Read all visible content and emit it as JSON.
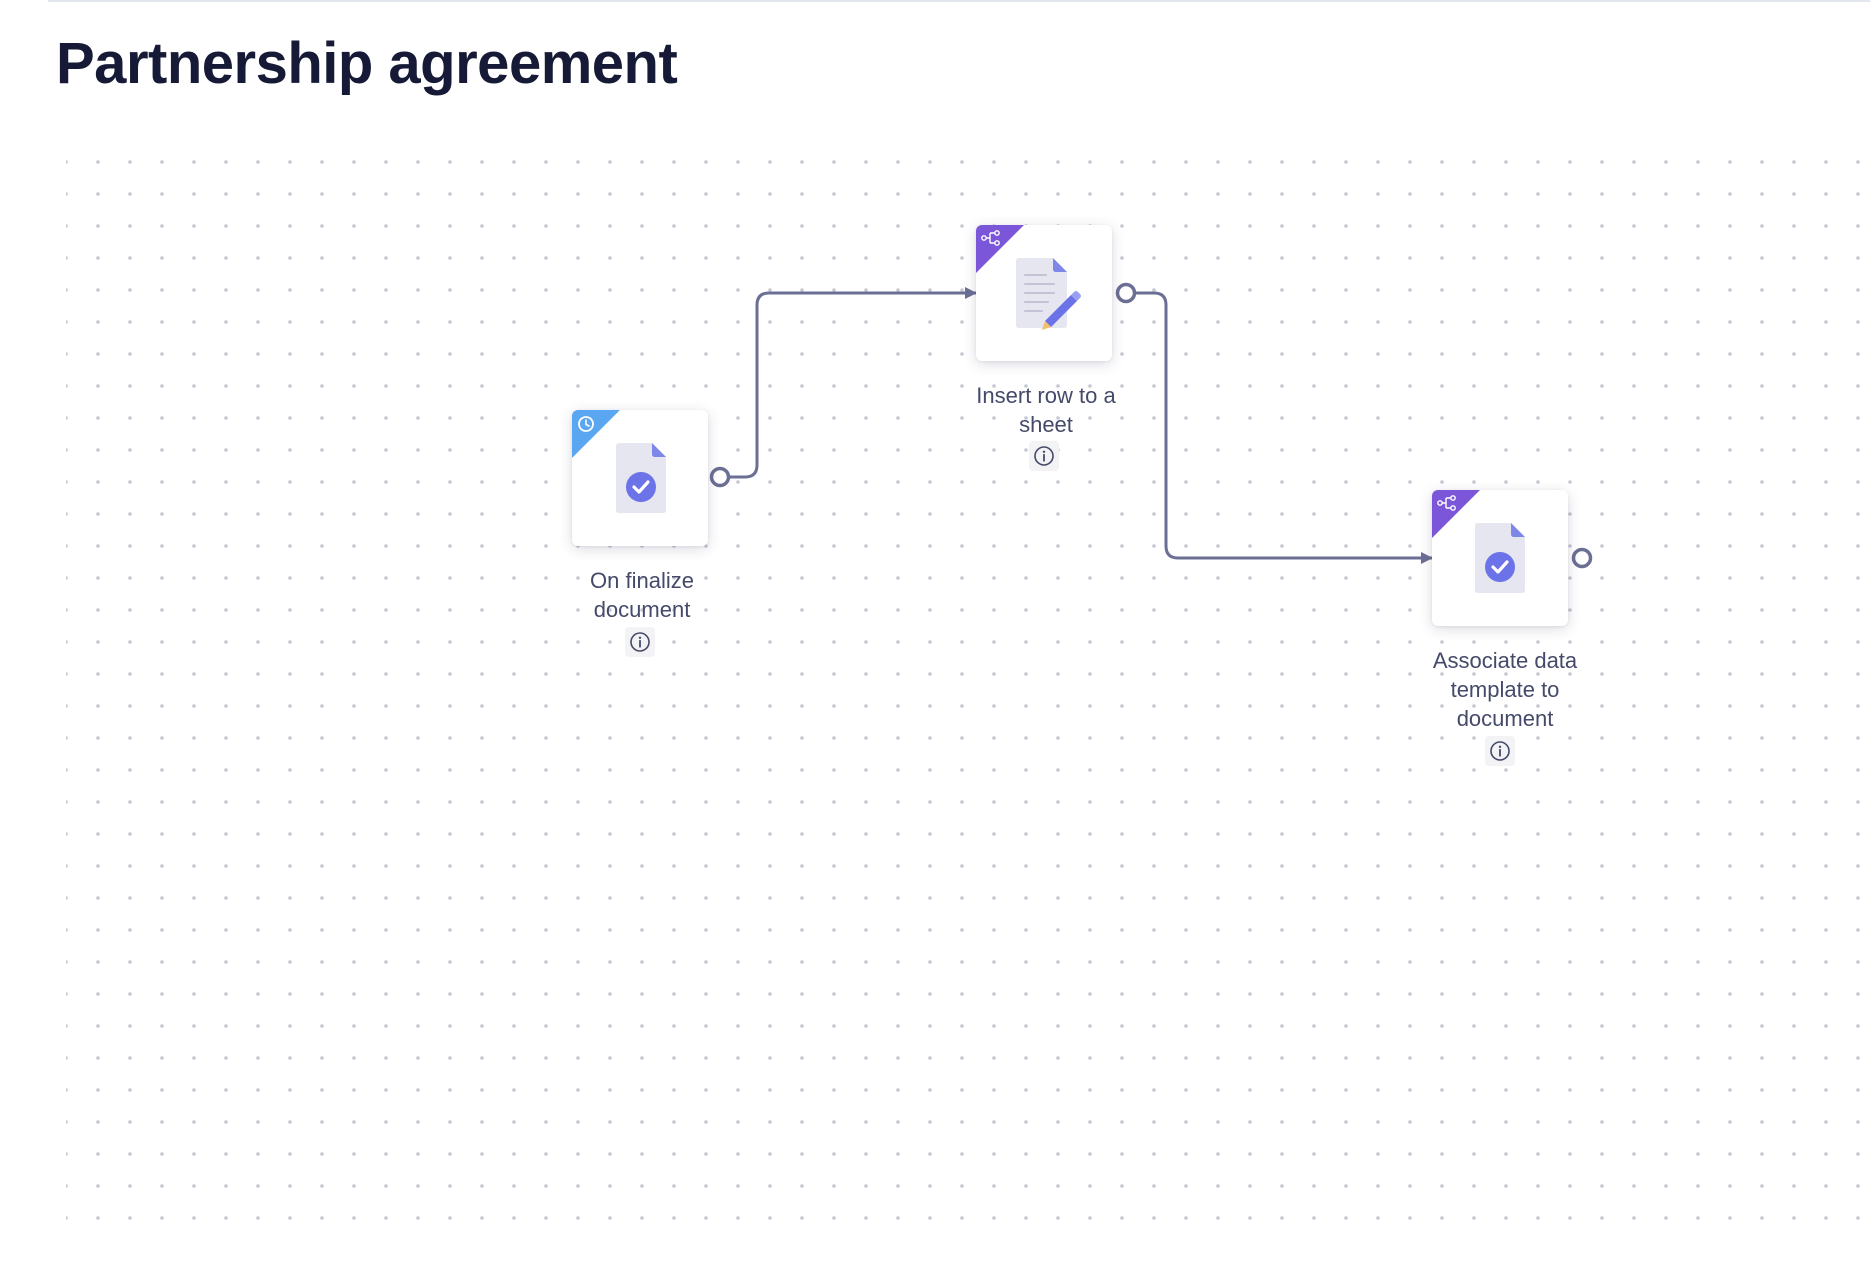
{
  "page": {
    "title": "Partnership agreement"
  },
  "colors": {
    "title": "#161a36",
    "connector": "#6c6f94",
    "trigger_corner": "#5aa6f0",
    "action_corner": "#7b56d9",
    "doc_icon_body": "#e6e6f1",
    "doc_icon_fold": "#7e87e8",
    "check_circle": "#6c72e8",
    "label_text": "#454a6a"
  },
  "workflow": {
    "nodes": [
      {
        "id": "on-finalize",
        "label": "On finalize document",
        "corner_icon": "clock-icon",
        "main_icon": "document-check-icon"
      },
      {
        "id": "insert-row",
        "label": "Insert row to a sheet",
        "corner_icon": "flow-branch-icon",
        "main_icon": "document-edit-icon"
      },
      {
        "id": "associate-template",
        "label": "Associate data template to document",
        "corner_icon": "flow-branch-icon",
        "main_icon": "document-check-icon"
      }
    ],
    "info_icon": "info-icon"
  }
}
